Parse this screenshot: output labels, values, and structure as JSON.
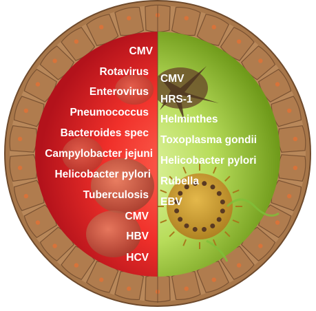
{
  "left_labels": [
    "CMV",
    "Rotavirus",
    "Enterovirus",
    "Pneumococcus",
    "Bacteroides spec",
    "Campylobacter jejuni",
    "Helicobacter pylori",
    "Tuberculosis",
    "CMV",
    "HBV",
    "HCV"
  ],
  "right_labels": [
    "CMV",
    "HRS-1",
    "Helminthes",
    "Toxoplasma gondii",
    "Helicobacter pylori",
    "Rubella",
    "EBV"
  ],
  "colors": {
    "left_core": "#ff4a3a",
    "left_edge": "#b3121b",
    "right_core": "#d4ef8a",
    "right_edge": "#6f9a1a",
    "epithelium": "#b07c4e",
    "epithelium_dark": "#7a5232",
    "nucleus": "#d8733a"
  }
}
